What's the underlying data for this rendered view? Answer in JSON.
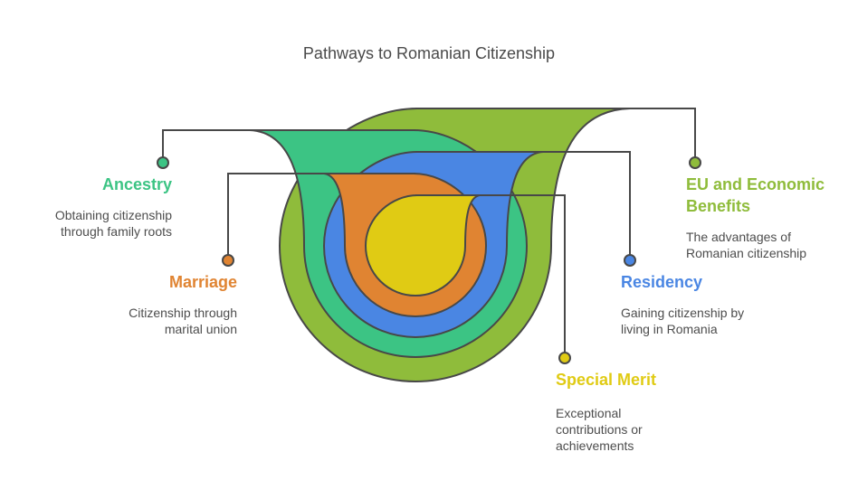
{
  "title": "Pathways to Romanian Citizenship",
  "colors": {
    "stroke": "#484848",
    "text": "#4d4d4d"
  },
  "pathways": [
    {
      "id": "eu",
      "label": "EU and Economic Benefits",
      "label_lines": [
        "EU and Economic",
        "Benefits"
      ],
      "description_lines": [
        "The advantages of",
        "Romanian citizenship"
      ],
      "color": "#8fbc3b"
    },
    {
      "id": "ancestry",
      "label": "Ancestry",
      "label_lines": [
        "Ancestry"
      ],
      "description_lines": [
        "Obtaining citizenship",
        "through family roots"
      ],
      "color": "#3cc484"
    },
    {
      "id": "residency",
      "label": "Residency",
      "label_lines": [
        "Residency"
      ],
      "description_lines": [
        "Gaining citizenship by",
        "living in Romania"
      ],
      "color": "#4a86e3"
    },
    {
      "id": "marriage",
      "label": "Marriage",
      "label_lines": [
        "Marriage"
      ],
      "description_lines": [
        "Citizenship through",
        "marital union"
      ],
      "color": "#e08432"
    },
    {
      "id": "merit",
      "label": "Special Merit",
      "label_lines": [
        "Special Merit"
      ],
      "description_lines": [
        "Exceptional",
        "contributions or",
        "achievements"
      ],
      "color": "#e0cb14"
    }
  ]
}
